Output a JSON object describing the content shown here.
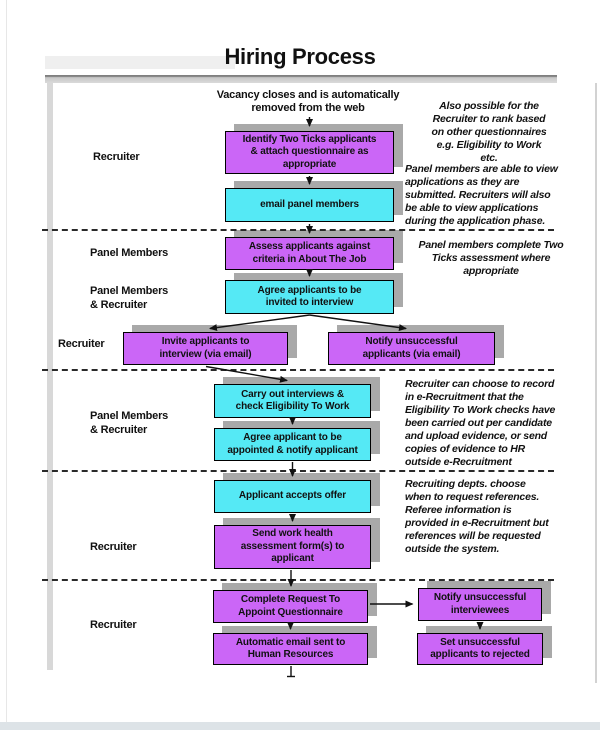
{
  "title": "Hiring Process",
  "intro": "Vacancy closes and is automatically\nremoved from the web",
  "roles": [
    {
      "label": "Recruiter"
    },
    {
      "label": "Panel Members"
    },
    {
      "label": "Panel Members\n& Recruiter"
    },
    {
      "label": "Recruiter"
    },
    {
      "label": "Panel Members\n& Recruiter"
    },
    {
      "label": "Recruiter"
    },
    {
      "label": "Recruiter"
    }
  ],
  "boxes": [
    {
      "id": "identify-two-ticks",
      "color": "purple",
      "text": "Identify Two Ticks applicants\n& attach questionnaire as\nappropriate"
    },
    {
      "id": "email-panel-members",
      "color": "cyan",
      "text": "email panel members"
    },
    {
      "id": "assess-applicants",
      "color": "purple",
      "text": "Assess applicants against\ncriteria in About The Job"
    },
    {
      "id": "agree-invite-to-interview",
      "color": "cyan",
      "text": "Agree applicants to be\ninvited to interview"
    },
    {
      "id": "invite-applicants",
      "color": "purple",
      "text": "Invite applicants to\ninterview (via email)"
    },
    {
      "id": "notify-unsuccessful-applicants",
      "color": "purple",
      "text": "Notify unsuccessful\napplicants (via email)"
    },
    {
      "id": "carry-out-interviews",
      "color": "cyan",
      "text": "Carry out interviews &\ncheck Eligibility To Work"
    },
    {
      "id": "agree-applicant-appointed",
      "color": "cyan",
      "text": "Agree applicant to be\nappointed & notify applicant"
    },
    {
      "id": "applicant-accepts-offer",
      "color": "cyan",
      "text": "Applicant accepts offer"
    },
    {
      "id": "send-work-health-form",
      "color": "purple",
      "text": "Send work health\nassessment form(s) to\napplicant"
    },
    {
      "id": "complete-request-to-appoint",
      "color": "purple",
      "text": "Complete Request To\nAppoint Questionnaire"
    },
    {
      "id": "notify-unsuccessful-interviewees",
      "color": "purple",
      "text": "Notify unsuccessful\ninterviewees"
    },
    {
      "id": "automatic-email-hr",
      "color": "purple",
      "text": "Automatic email sent to\nHuman Resources"
    },
    {
      "id": "set-applicants-rejected",
      "color": "purple",
      "text": "Set unsuccessful\napplicants to rejected"
    }
  ],
  "annotations": [
    {
      "id": "rank-questionnaires",
      "align": "center",
      "text": "Also possible for the\nRecruiter to rank based\non other questionnaires\ne.g. Eligibility to Work\netc."
    },
    {
      "id": "view-applications",
      "align": "left",
      "text": "Panel members are able to view\napplications as they are\nsubmitted. Recruiters will also\nbe able to view applications\nduring the application phase."
    },
    {
      "id": "two-ticks-assessment",
      "align": "center",
      "text": "Panel members complete Two\nTicks assessment where\nappropriate"
    },
    {
      "id": "eligibility-evidence",
      "align": "left",
      "text": "Recruiter can choose to record\nin e-Recruitment that the\nEligibility To Work checks have\nbeen carried out per candidate\nand upload evidence, or send\ncopies of evidence to HR\noutside e-Recruitment"
    },
    {
      "id": "references",
      "align": "left",
      "text": "Recruiting depts. choose\nwhen to request references.\nReferee information is\nprovided in e-Recruitment but\nreferences will be requested\noutside the system."
    }
  ],
  "colors": {
    "purple": "#cb66f7",
    "cyan": "#55e9f5",
    "shadow": "#a9a9a9"
  }
}
